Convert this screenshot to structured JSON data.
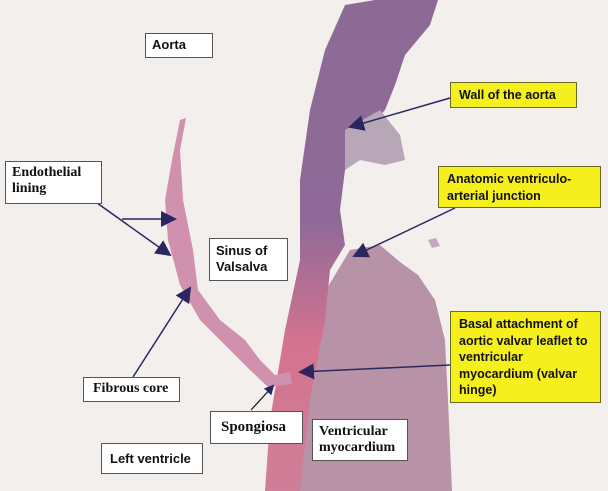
{
  "labels": {
    "aorta": "Aorta",
    "endothelial_lining": "Endothelial lining",
    "sinus_of_valsalva": "Sinus of Valsalva",
    "fibrous_core": "Fibrous core",
    "spongiosa": "Spongiosa",
    "left_ventricle": "Left ventricle",
    "ventricular_myocardium": "Ventricular myocardium",
    "wall_of_aorta": "Wall of the aorta",
    "vaj": "Anatomic ventriculo-arterial junction",
    "basal_attachment": "Basal attachment of aortic valvar leaflet to ventricular myocardium (valvar hinge)"
  },
  "colors": {
    "highlight": "#f5ef1e",
    "arrow": "#2a2660",
    "tissue_wall": "#8e6a94",
    "tissue_pink": "#d98fa6",
    "myocardium": "#b791a6"
  }
}
